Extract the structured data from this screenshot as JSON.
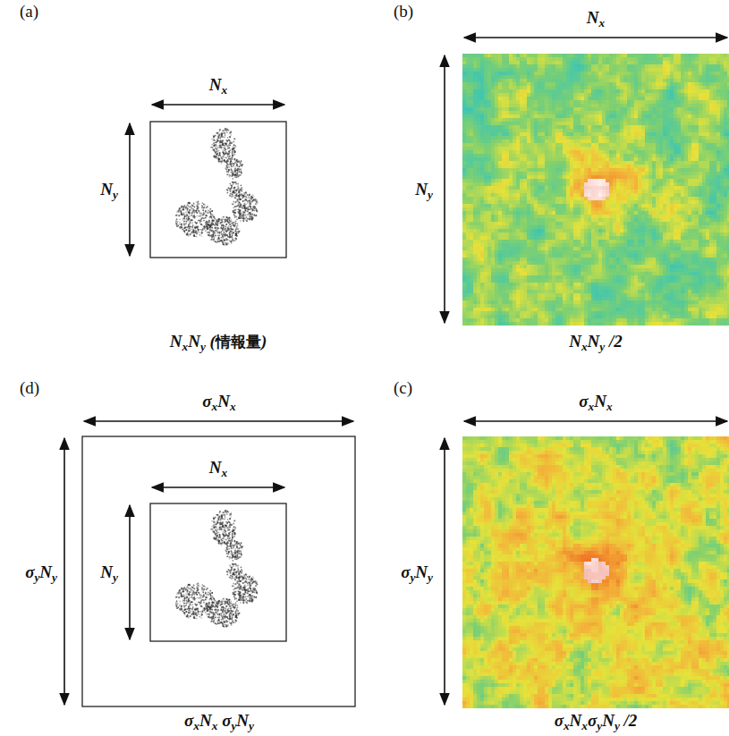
{
  "diagram": {
    "labels": [
      "(a)",
      "(b)",
      "Nx",
      "Nx",
      "Ny",
      "Ny",
      "NxNy (情報量)",
      "NxNy /2",
      "(d)",
      "(c)",
      "σxNx",
      "σxNx",
      "Nx",
      "σyNy",
      "Ny",
      "σyNy",
      "σxNx σyNy",
      "σxNxσyNy /2"
    ]
  }
}
